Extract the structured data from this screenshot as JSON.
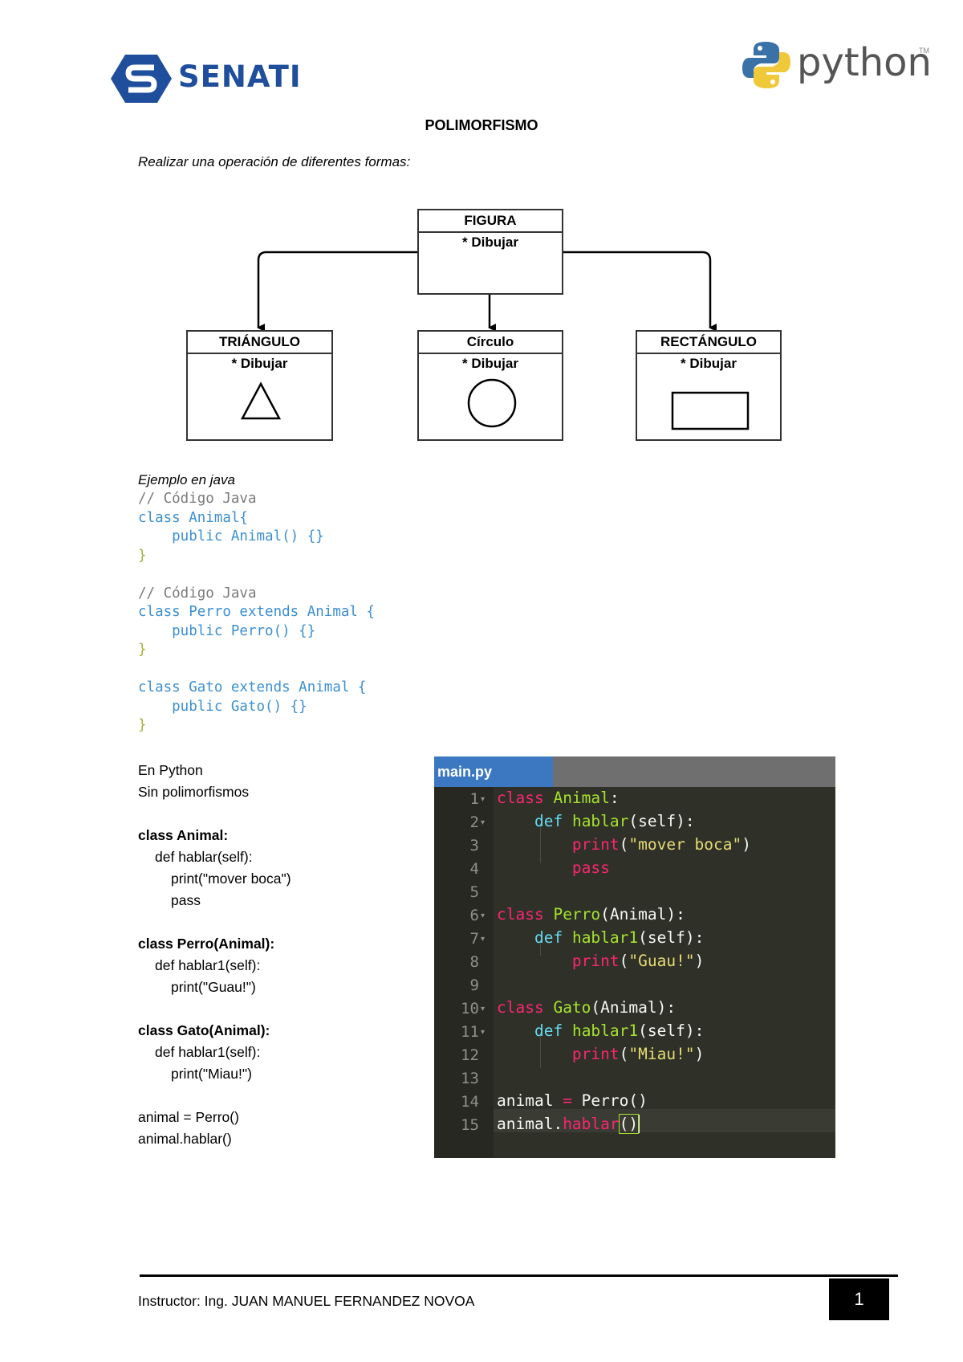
{
  "header": {
    "senati_logo_text": "SENATI",
    "python_logo_text": "python",
    "python_tm": "TM"
  },
  "title": "POLIMORFISMO",
  "subtitle": "Realizar una operación de diferentes formas:",
  "diagram": {
    "parent": {
      "name": "FIGURA",
      "method": "* Dibujar"
    },
    "children": [
      {
        "name": "TRIÁNGULO",
        "method": "* Dibujar",
        "shape": "triangle"
      },
      {
        "name": "Círculo",
        "method": "* Dibujar",
        "shape": "circle"
      },
      {
        "name": "RECTÁNGULO",
        "method": "* Dibujar",
        "shape": "rectangle"
      }
    ]
  },
  "java": {
    "label": "Ejemplo en java",
    "lines": [
      "// Código Java",
      "class Animal{",
      "    public Animal() {}",
      "}",
      "",
      "// Código Java",
      "class Perro extends Animal {",
      "    public Perro() {}",
      "}",
      "",
      "class Gato extends Animal {",
      "    public Gato() {}",
      "}"
    ]
  },
  "python_text": {
    "lines": [
      {
        "text": "En Python",
        "bold": false,
        "indent": 0
      },
      {
        "text": "Sin polimorfismos",
        "bold": false,
        "indent": 0
      },
      {
        "text": "",
        "bold": false,
        "indent": 0
      },
      {
        "text": "class Animal:",
        "bold": true,
        "indent": 0
      },
      {
        "text": "def hablar(self):",
        "bold": false,
        "indent": 1
      },
      {
        "text": "print(\"mover boca\")",
        "bold": false,
        "indent": 2
      },
      {
        "text": "pass",
        "bold": false,
        "indent": 2
      },
      {
        "text": "",
        "bold": false,
        "indent": 0
      },
      {
        "text": "class Perro(Animal):",
        "bold": true,
        "indent": 0
      },
      {
        "text": "def hablar1(self):",
        "bold": false,
        "indent": 1
      },
      {
        "text": "print(\"Guau!\")",
        "bold": false,
        "indent": 2
      },
      {
        "text": "",
        "bold": false,
        "indent": 0
      },
      {
        "text": "class Gato(Animal):",
        "bold": true,
        "indent": 0
      },
      {
        "text": "def hablar1(self):",
        "bold": false,
        "indent": 1
      },
      {
        "text": "print(\"Miau!\")",
        "bold": false,
        "indent": 2
      },
      {
        "text": "",
        "bold": false,
        "indent": 0
      },
      {
        "text": "animal = Perro()",
        "bold": false,
        "indent": 0
      },
      {
        "text": "animal.hablar()",
        "bold": false,
        "indent": 0
      }
    ]
  },
  "editor": {
    "tab_label": "main.py",
    "line_numbers": [
      "1",
      "2",
      "3",
      "4",
      "5",
      "6",
      "7",
      "8",
      "9",
      "10",
      "11",
      "12",
      "13",
      "14",
      "15"
    ],
    "folded_lines": [
      1,
      2,
      6,
      7,
      10,
      11
    ],
    "colors": {
      "background": "#2f3129",
      "gutter": "#272822",
      "tab": "#3c78c2",
      "tabbar": "#6f6f6f"
    }
  },
  "footer": {
    "instructor": "Instructor: Ing. JUAN MANUEL FERNANDEZ NOVOA",
    "page_number": "1"
  }
}
